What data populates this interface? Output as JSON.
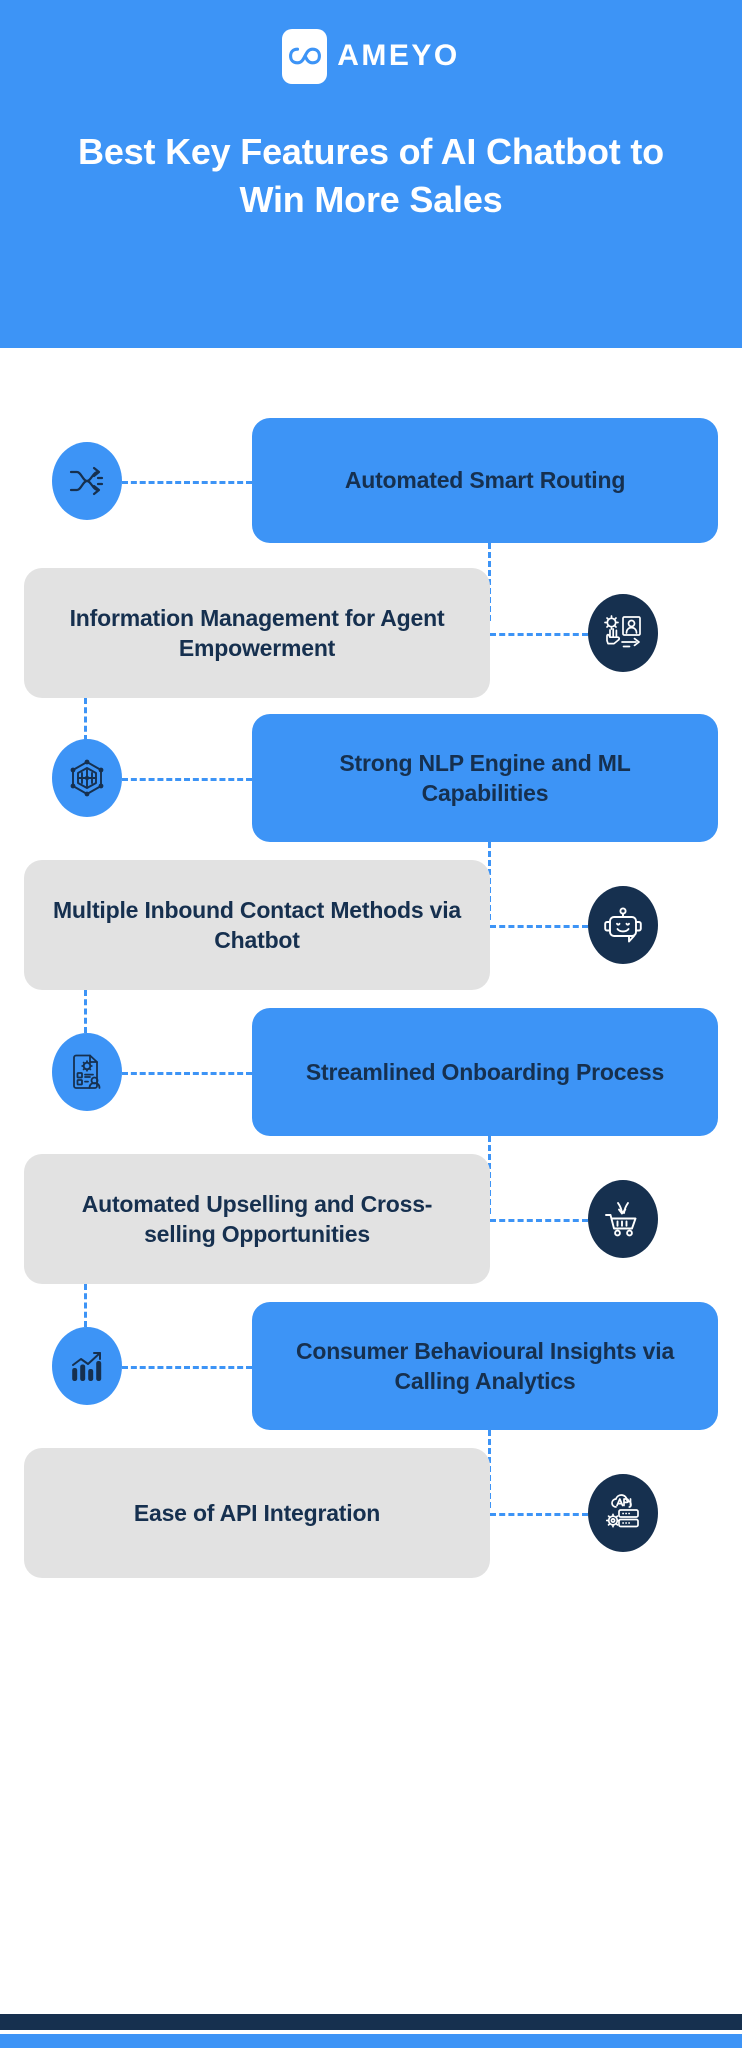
{
  "header": {
    "logo_icon": "infinity-icon",
    "brand": "AMEYO",
    "title": "Best Key Features of AI Chatbot to Win More Sales",
    "background_color": "#3d94f6",
    "separator_color": "#16304f"
  },
  "colors": {
    "brand_blue": "#3d94f6",
    "navy": "#16304f",
    "gray_card": "#e2e2e2",
    "white": "#ffffff"
  },
  "flow": {
    "items": [
      {
        "index": 1,
        "label": "Automated Smart Routing",
        "card_style": "blue",
        "card_side": "right",
        "icon_side": "left",
        "icon_style": "blue",
        "icon_name": "shuffle-routing-icon"
      },
      {
        "index": 2,
        "label": "Information Management for Agent Empowerment",
        "card_style": "gray",
        "card_side": "left",
        "icon_side": "right",
        "icon_style": "navy",
        "icon_name": "agent-knowledge-icon"
      },
      {
        "index": 3,
        "label": "Strong NLP Engine and ML Capabilities",
        "card_style": "blue",
        "card_side": "right",
        "icon_side": "left",
        "icon_style": "blue",
        "icon_name": "neural-network-icon"
      },
      {
        "index": 4,
        "label": "Multiple Inbound Contact Methods via Chatbot",
        "card_style": "gray",
        "card_side": "left",
        "icon_side": "right",
        "icon_style": "navy",
        "icon_name": "chatbot-face-icon"
      },
      {
        "index": 5,
        "label": "Streamlined Onboarding Process",
        "card_style": "blue",
        "card_side": "right",
        "icon_side": "left",
        "icon_style": "blue",
        "icon_name": "onboarding-document-icon"
      },
      {
        "index": 6,
        "label": "Automated Upselling and Cross-selling Opportunities",
        "card_style": "gray",
        "card_side": "left",
        "icon_side": "right",
        "icon_style": "navy",
        "icon_name": "shopping-cart-icon"
      },
      {
        "index": 7,
        "label": "Consumer Behavioural Insights via Calling Analytics",
        "card_style": "blue",
        "card_side": "right",
        "icon_side": "left",
        "icon_style": "blue",
        "icon_name": "bar-chart-analytics-icon"
      },
      {
        "index": 8,
        "label": "Ease of API Integration",
        "card_style": "gray",
        "card_side": "left",
        "icon_side": "right",
        "icon_style": "navy",
        "icon_name": "api-integration-icon"
      }
    ]
  },
  "footer": {
    "navy_bar_color": "#16304f",
    "blue_bar_color": "#3d94f6"
  }
}
